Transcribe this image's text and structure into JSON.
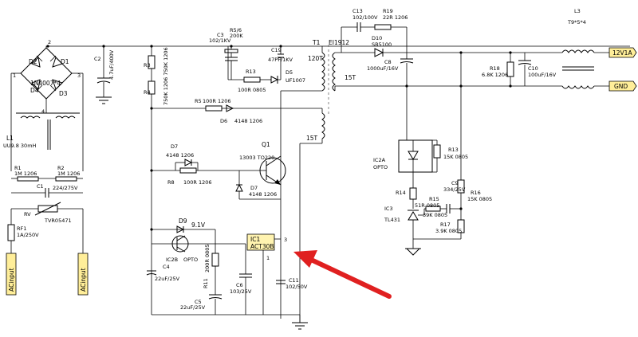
{
  "colors": {
    "wire": "#000000",
    "connector_fill": "#ffee99",
    "ic_fill": "#fff3b0",
    "arrow": "#e02020"
  },
  "labels": {
    "d2": "D2",
    "d1": "D1",
    "d4": "D4",
    "d3": "D3",
    "bridge_part": "1N4007*4",
    "node1": "1",
    "node3": "3",
    "node2": "2",
    "node4": "4",
    "c2": "C2",
    "c2_val": "4.7uF/400V",
    "l1": "L1",
    "l1_val": "UU9.8 30mH",
    "r1": "R1",
    "r1_val": "1M 1206",
    "r2": "R2",
    "r2_val": "1M 1206",
    "c1": "C1",
    "c1_val": "224/275V",
    "rv": "RV",
    "rv_val": "TVR05471",
    "rf1": "RF1",
    "rf1_val": "1A/250V",
    "acinput": "ACinput",
    "r3": "R3",
    "r4": "R4",
    "r34_val": "750K 1206  750K 1206",
    "c3": "C3",
    "c3_val": "102/1KV",
    "r56": "R5/6",
    "r56_val": "200K",
    "c19": "C19",
    "c19_val": "47PF/1KV",
    "r13": "R13",
    "r13_val": "100R 0805",
    "d5": "D5",
    "d5_val": "UF1007",
    "r5": "R5",
    "r5_val": "100R 1206",
    "d6": "D6",
    "d6_val": "4148 1206",
    "t1": "T1",
    "t1_val": "EI1912",
    "w120": "120T",
    "w15a": "15T",
    "w15b": "15T",
    "d7a": "D7",
    "d7a_val": "4148 1206",
    "r8": "R8",
    "r8_val": "100R 1206",
    "q1": "Q1",
    "q1_val": "13003 TO220",
    "d7b": "D7",
    "d7b_val": "4148 1206",
    "d9": "D9",
    "d9_val": "9.1V",
    "ic2b": "IC2B",
    "ic2b_val": "OPTO",
    "c4": "C4",
    "c4_val": "22uF/25V",
    "r11": "R11",
    "r11_val": "200R 0805",
    "c5": "C5",
    "c5_val": "22uF/25V",
    "c6": "C6",
    "c6_val": "103/25V",
    "ic1": "IC1",
    "ic1_val": "ACT30B",
    "pin1": "1",
    "pin3": "3",
    "c11": "C11",
    "c11_val": "102/50V",
    "c13": "C13",
    "c13_val": "102/100V",
    "r19": "R19",
    "r19_val": "22R 1206",
    "d10": "D10",
    "d10_val": "SB5100",
    "c8": "C8",
    "c8_val": "1000uF/16V",
    "r18": "R18",
    "r18_val": "6.8K 1206",
    "c10": "C10",
    "c10_val": "100uF/16V",
    "l3": "L3",
    "l3_val": "T9*5*4",
    "out12v": "12V1A",
    "outgnd": "GND",
    "ic2a": "IC2A",
    "ic2a_val": "OPTO",
    "r13b": "R13",
    "r13b_val": "15K 0805",
    "r14": "R14",
    "r14_val": "51R 0805",
    "c9": "C9",
    "c9_val": "334/25V",
    "r15": "R15",
    "r15_val": "39K 0805",
    "r16": "R16",
    "r16_val": "15K 0805",
    "ic3": "IC3",
    "ic3_val": "TL431",
    "r17": "R17",
    "r17_val": "3.9K 0805"
  }
}
